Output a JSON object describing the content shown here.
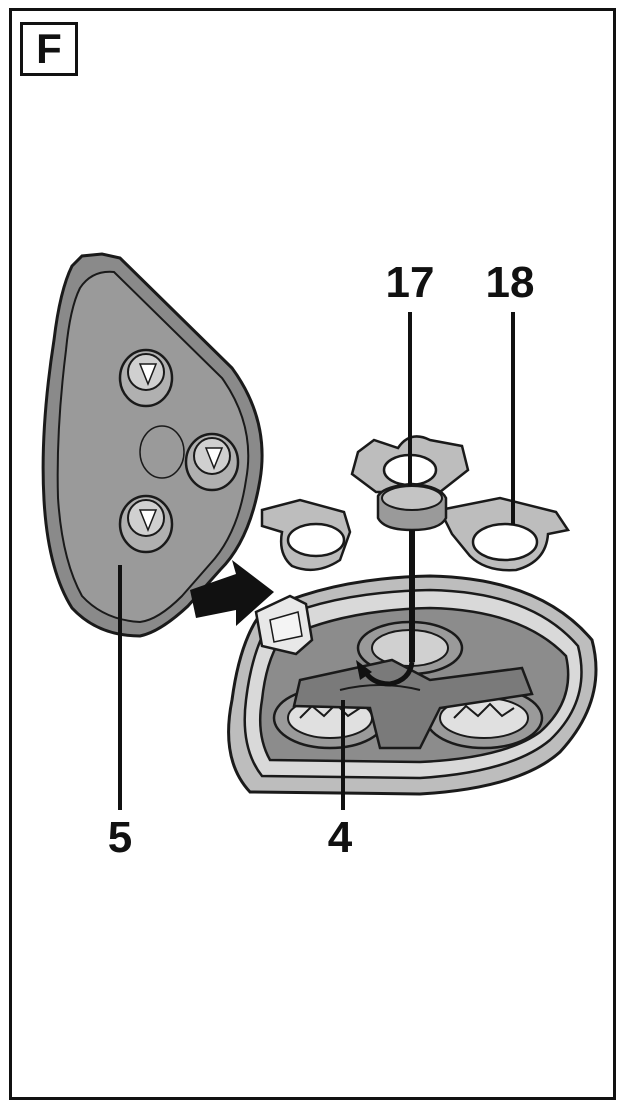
{
  "panel": {
    "letter": "F"
  },
  "callouts": {
    "c17": "17",
    "c18": "18",
    "c5": "5",
    "c4": "4"
  },
  "colors": {
    "dark_gray": "#7a7a7a",
    "mid_gray": "#9a9a9a",
    "light_gray": "#bdbdbd",
    "pale_gray": "#d9d9d9",
    "outline": "#1a1a1a",
    "arrow": "#111111"
  }
}
